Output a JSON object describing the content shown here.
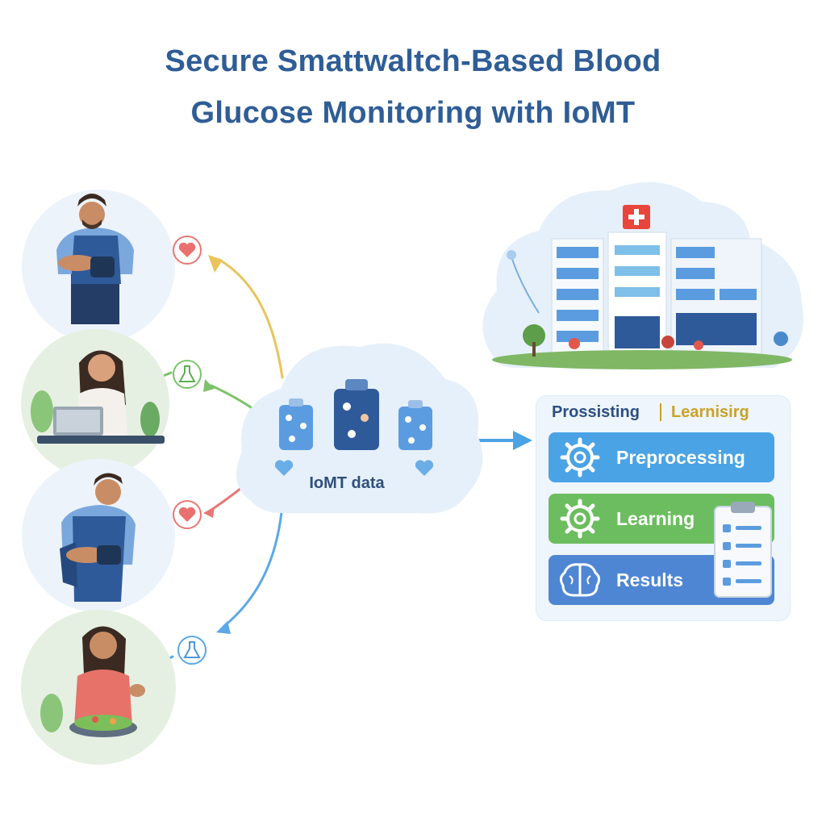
{
  "title": {
    "line1": "Secure Smattwaltch-Based Blood",
    "line2": "Glucose Monitoring with IoMT"
  },
  "iomt": {
    "label": "IoMT data"
  },
  "panel": {
    "tab_left": "Prossisting",
    "tab_right": "Learnisirg",
    "steps": [
      {
        "label": "Preprocessing",
        "icon": "gear-icon",
        "color": "#4aa3e4"
      },
      {
        "label": "Learning",
        "icon": "gear-icon",
        "color": "#6cbd5f"
      },
      {
        "label": "Results",
        "icon": "brain-icon",
        "color": "#4f86d3"
      }
    ]
  },
  "users": [
    {
      "activity": "smartwatch",
      "badge_icon": "heart-icon",
      "line_color": "#e8c45a"
    },
    {
      "activity": "laptop",
      "badge_icon": "flask-icon",
      "line_color": "#7cc36a"
    },
    {
      "activity": "smartwatch",
      "badge_icon": "heart-icon",
      "line_color": "#ea7676"
    },
    {
      "activity": "eating",
      "badge_icon": "flask-icon",
      "line_color": "#5aa8e8"
    }
  ],
  "colors": {
    "title": "#2f5d96",
    "accent_blue": "#4aa3e4",
    "accent_green": "#6cbd5f",
    "accent_dark_blue": "#4f86d3",
    "tab_gold": "#c9a227",
    "hospital_cross": "#e8453c"
  }
}
